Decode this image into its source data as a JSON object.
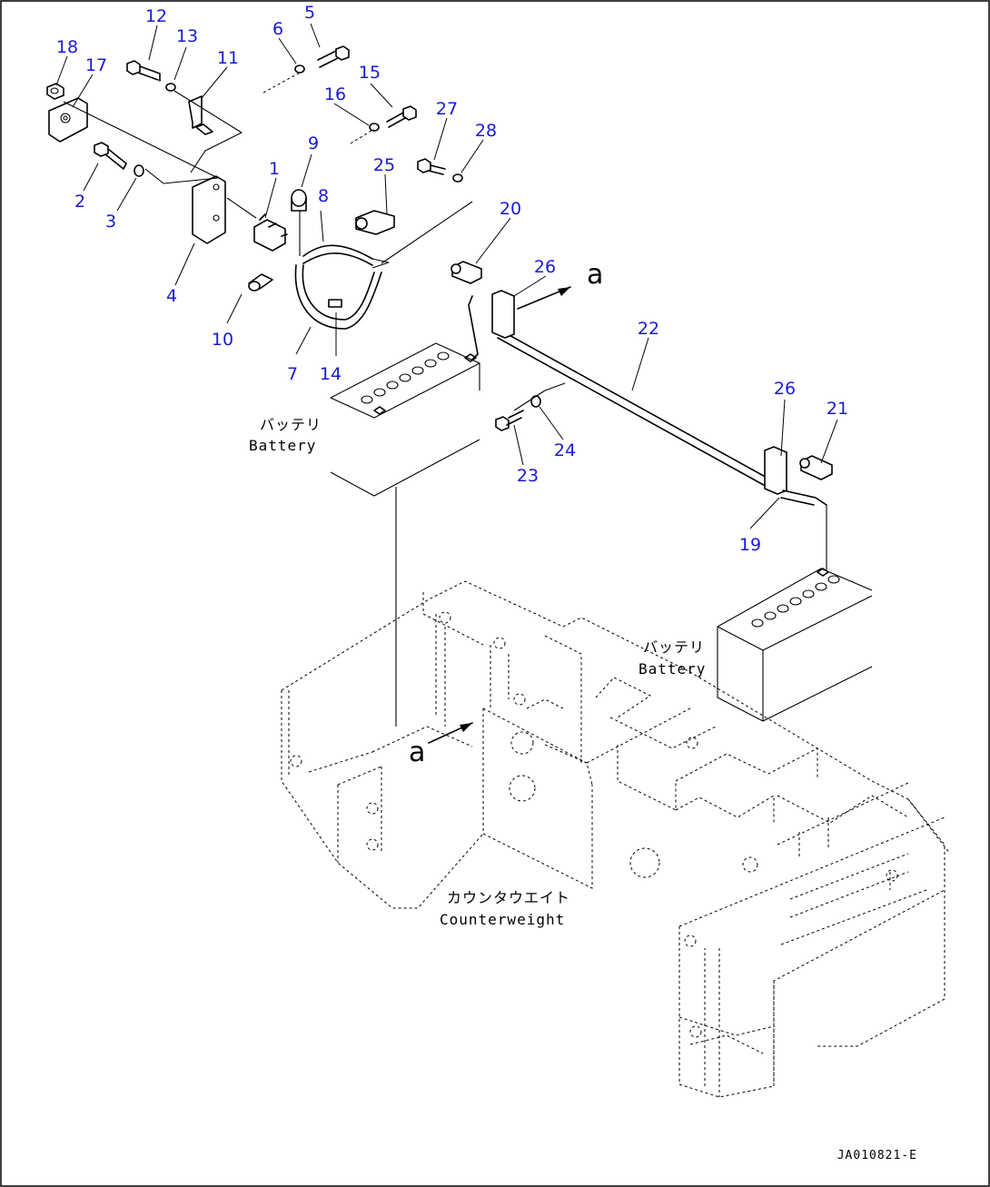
{
  "callouts": {
    "c1": "1",
    "c2": "2",
    "c3": "3",
    "c4": "4",
    "c5": "5",
    "c6": "6",
    "c7": "7",
    "c8": "8",
    "c9": "9",
    "c10": "10",
    "c11": "11",
    "c12": "12",
    "c13": "13",
    "c14": "14",
    "c15": "15",
    "c16": "16",
    "c17": "17",
    "c18": "18",
    "c19": "19",
    "c20": "20",
    "c21": "21",
    "c22": "22",
    "c23": "23",
    "c24": "24",
    "c25": "25",
    "c26a": "26",
    "c26b": "26",
    "c27": "27",
    "c28": "28"
  },
  "labels": {
    "battery_upper_jp": "バッテリ",
    "battery_upper_en": "Battery",
    "battery_lower_jp": "バッテリ",
    "battery_lower_en": "Battery",
    "counterweight_jp": "カウンタウエイト",
    "counterweight_en": "Counterweight",
    "view_mark_upper": "a",
    "view_mark_lower": "a"
  },
  "drawing_number": "JA010821-E",
  "colors": {
    "callout": "#1a1ad6",
    "line": "#000000",
    "background": "#ffffff"
  }
}
